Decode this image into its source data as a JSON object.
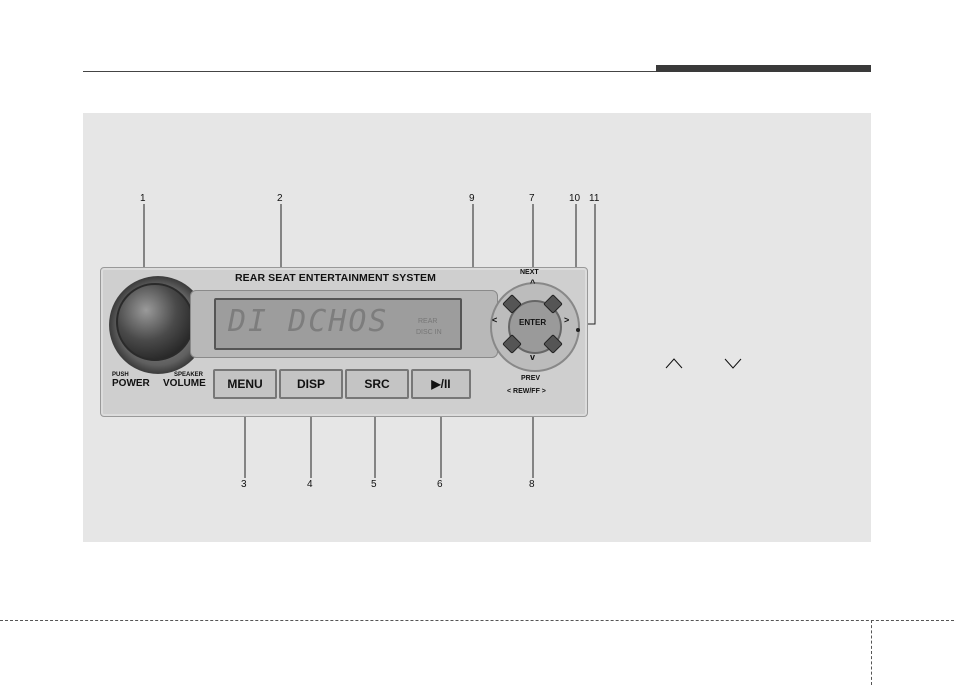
{
  "panel": {
    "title": "REAR SEAT ENTERTAINMENT SYSTEM",
    "display_text": "DI DCHOS",
    "display_rear": "REAR",
    "display_disc": "DISC IN",
    "push_label": "PUSH",
    "power_label": "POWER",
    "speaker_label": "SPEAKER",
    "volume_label": "VOLUME",
    "buttons": [
      "MENU",
      "DISP",
      "SRC",
      "▶/II"
    ],
    "next_label": "NEXT",
    "prev_label": "PREV",
    "enter_label": "ENTER",
    "rewff_label": "< REW/FF >",
    "up_glyph": "^",
    "down_glyph": "v",
    "left_glyph": "<",
    "right_glyph": ">"
  },
  "callouts": [
    "1",
    "2",
    "3",
    "4",
    "5",
    "6",
    "7",
    "8",
    "9",
    "10",
    "11"
  ],
  "side_glyphs": {
    "up": "up-caret-icon",
    "down": "down-caret-icon"
  }
}
